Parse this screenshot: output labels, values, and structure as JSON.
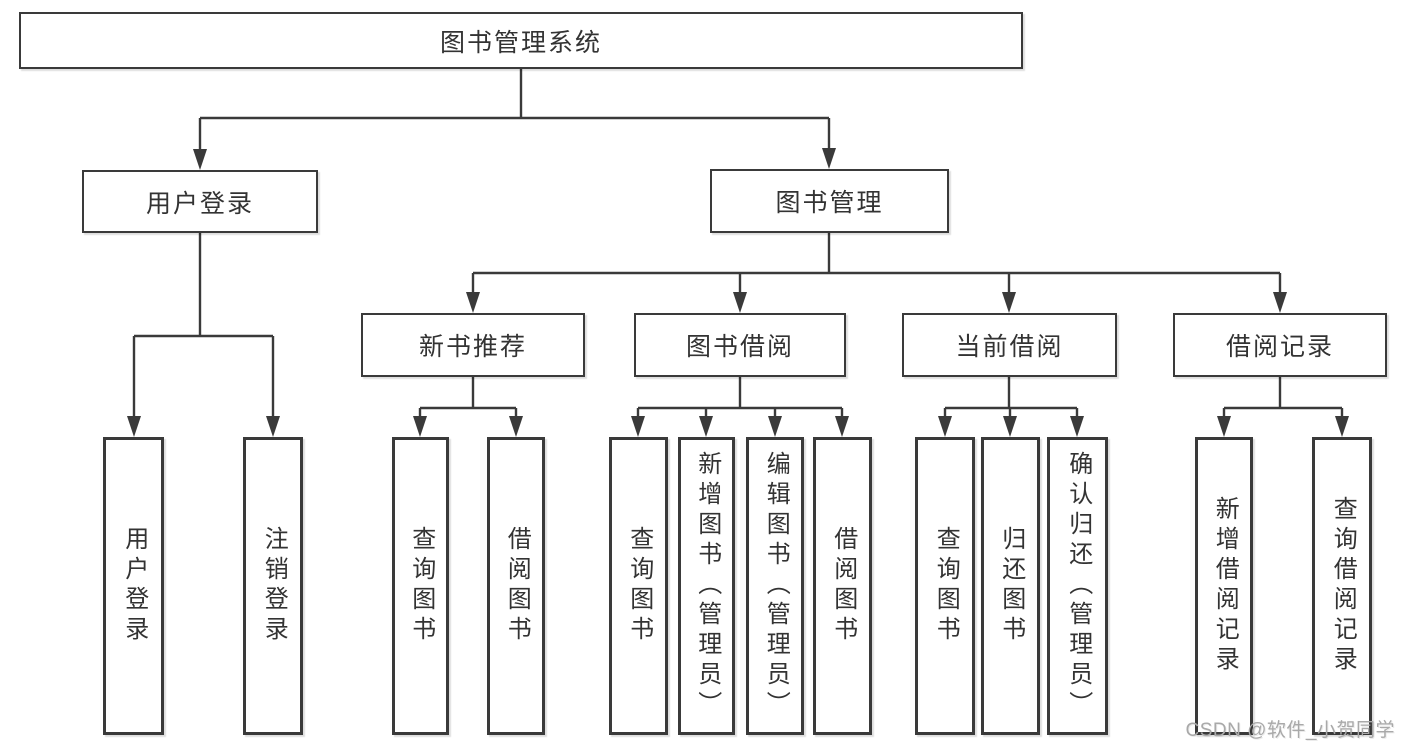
{
  "colors": {
    "line": "#3a3a3a",
    "text": "#333333",
    "box-bg": "#ffffff",
    "watermark": "#a9a9a9",
    "background": "#ffffff"
  },
  "watermark": {
    "text": "CSDN @软件_小贺同学"
  },
  "tree": {
    "root": {
      "label": "图书管理系统",
      "children": [
        {
          "label": "用户登录",
          "children": [
            {
              "label": "用户登录"
            },
            {
              "label": "注销登录"
            }
          ]
        },
        {
          "label": "图书管理",
          "children": [
            {
              "label": "新书推荐",
              "children": [
                {
                  "label": "查询图书"
                },
                {
                  "label": "借阅图书"
                }
              ]
            },
            {
              "label": "图书借阅",
              "children": [
                {
                  "label": "查询图书"
                },
                {
                  "label": "新增图书（管理员）"
                },
                {
                  "label": "编辑图书（管理员）"
                },
                {
                  "label": "借阅图书"
                }
              ]
            },
            {
              "label": "当前借阅",
              "children": [
                {
                  "label": "查询图书"
                },
                {
                  "label": "归还图书"
                },
                {
                  "label": "确认归还（管理员）"
                }
              ]
            },
            {
              "label": "借阅记录",
              "children": [
                {
                  "label": "新增借阅记录"
                },
                {
                  "label": "查询借阅记录"
                }
              ]
            }
          ]
        }
      ]
    }
  }
}
